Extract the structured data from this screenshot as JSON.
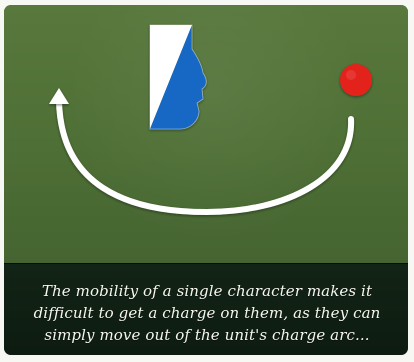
{
  "colors": {
    "board": "#4e6f35",
    "caption_background": "#0f1f13",
    "caption_text": "#f7f6ef",
    "arc": "#ffffff",
    "token_blue": "#1767c4",
    "token_white": "#ffffff",
    "enemy_marker": "#e4231b"
  },
  "diagram": {
    "unit_token_icon": "unit-token-icon",
    "single_character_icon": "single-character-icon",
    "charge_arc_icon": "charge-arc-icon"
  },
  "caption": {
    "line_1": "The mobility of a single character makes it",
    "line_2": "difficult to get a charge on them, as they can",
    "line_3": "simply move out of the unit's charge arc..."
  }
}
